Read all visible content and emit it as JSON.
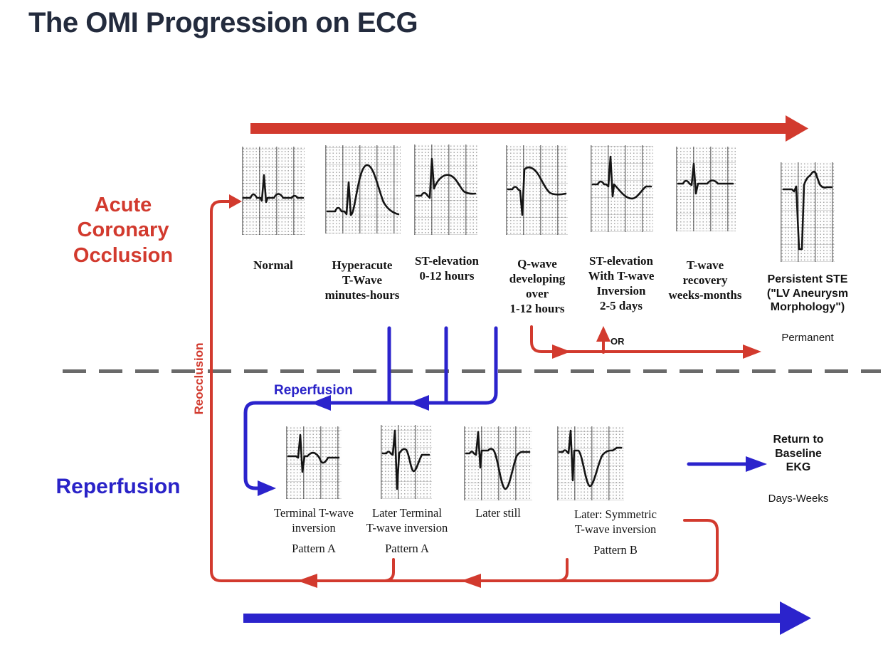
{
  "title": "The OMI Progression on ECG",
  "colors": {
    "red": "#d23a2e",
    "blue": "#2b23cc",
    "blue-label": "#2a23c8",
    "title": "#232b3d",
    "gray-dash": "#6a6a6a",
    "ink": "#141414"
  },
  "sections": {
    "occlusion": "Acute\nCoronary\nOcclusion",
    "reperfusion_side": "Reperfusion",
    "reocclusion": "Reocclusion",
    "reperfusion_arrow": "Reperfusion",
    "or": "OR"
  },
  "top_row": [
    {
      "label": "Normal"
    },
    {
      "label": "Hyperacute\nT-Wave\nminutes-hours"
    },
    {
      "label": "ST-elevation\n0-12 hours"
    },
    {
      "label": "Q-wave\ndeveloping\nover\n1-12 hours"
    },
    {
      "label": "ST-elevation\nWith T-wave\nInversion\n2-5 days"
    },
    {
      "label": "T-wave\nrecovery\nweeks-months"
    },
    {
      "label": "Persistent STE\n(\"LV Aneurysm\nMorphology\")",
      "sublabel": "Permanent"
    }
  ],
  "bottom_row": [
    {
      "label": "Terminal T-wave\ninversion",
      "pattern": "Pattern A"
    },
    {
      "label": "Later Terminal\nT-wave inversion",
      "pattern": "Pattern A"
    },
    {
      "label": "Later still",
      "pattern": ""
    },
    {
      "label": "Later: Symmetric\nT-wave inversion",
      "pattern": "Pattern B"
    }
  ],
  "return": {
    "label": "Return to\nBaseline\nEKG",
    "sublabel": "Days-Weeks"
  }
}
